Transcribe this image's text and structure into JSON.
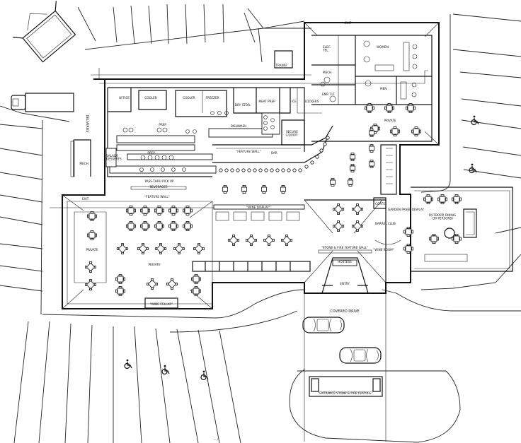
{
  "labels": {
    "exit_top": "EXIT",
    "elec_tel": "ELEC.\nTEL.",
    "mech_top": "MECH.",
    "women": "WOMEN",
    "men": "MEN",
    "transf": "TRANSF.",
    "emp_tlt": "EMP. TLT.",
    "office": "OFFICE",
    "cooler_1": "COOLER",
    "cooler_2": "COOLER",
    "freezer": "FREEZER",
    "dry_stor": "DRY STOR.",
    "meat_prep": "MEAT PREP",
    "ice": "ICE",
    "lockers": "LOCKERS",
    "deliveries": "DELIVERIES",
    "prep_1": "PREP.",
    "prep_2": "PREP.",
    "dishwash": "DISHWASH",
    "secure_liquor": "SECURE\nLIQUOR",
    "private_right": "PRIVATE",
    "salads_desserts": "SALADS\nDESSERTS",
    "feature_wall_1": "\"FEATURE WALL\"",
    "feature_wall_2": "\"FEATURE WALL\"",
    "bar": "BAR",
    "mech_left": "MECH.",
    "pass_thru": "PASS-THRU PICK UP",
    "beverages": "BEVERAGES",
    "exit_left": "EXIT",
    "wine_display": "\"WINE DISPLAY\"",
    "stone_wall": "\"STONE & FIRE FEATURE WALL\"",
    "coats": "COATS",
    "private_left": "PRIVATE",
    "private_bottom": "PRIVATE",
    "wine_cellar": "\"WINE CELLAR\"",
    "hostess": "HOSTESS",
    "entry": "ENTRY",
    "wine_room": "\"WINE ROOM\"",
    "outdoor_dining": "OUTDOOR DINING\n(30 PERSONS)",
    "covered_drive": "COVERED DRIVE",
    "entrance_stone": "\"ENTRANCE STONE & FIRE FEATURE\"",
    "garden_flag": "GARDEN PANEL DISPLAY",
    "mini_bar": "BARREL CLUB"
  },
  "colors": {
    "line": "#111111",
    "paper": "#ffffff"
  },
  "icons": [
    "accessible-parking-icon",
    "delivery-truck-icon",
    "car-icon"
  ]
}
